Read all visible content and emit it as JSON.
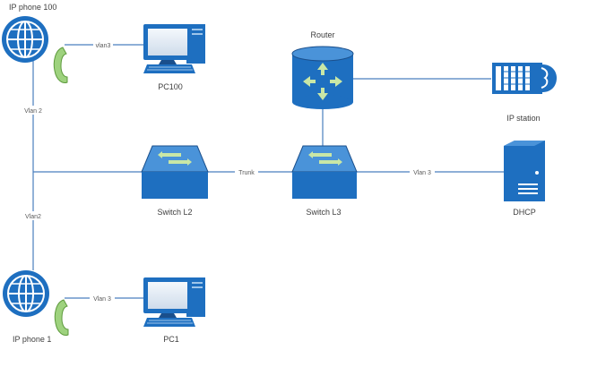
{
  "nodes": {
    "ip_phone_100": "IP phone 100",
    "pc100": "PC100",
    "router": "Router",
    "ip_station": "IP station",
    "switch_l2": "Switch L2",
    "switch_l3": "Switch L3",
    "dhcp": "DHCP",
    "ip_phone_1": "IP phone 1",
    "pc1": "PC1"
  },
  "links": {
    "phone100_pc100": "vlan3",
    "phone100_bus": "Vlan 2",
    "bus_phone1": "Vlan2",
    "phone1_pc1": "Vlan 3",
    "l2_l3": "Trunk",
    "l3_dhcp": "Vlan 3"
  },
  "colors": {
    "link": "#4a7fbf",
    "device_blue": "#1e6fc0",
    "device_dark": "#1a4f8c",
    "arrow_green": "#c9e7a6",
    "handset_green": "#9ed27e"
  }
}
